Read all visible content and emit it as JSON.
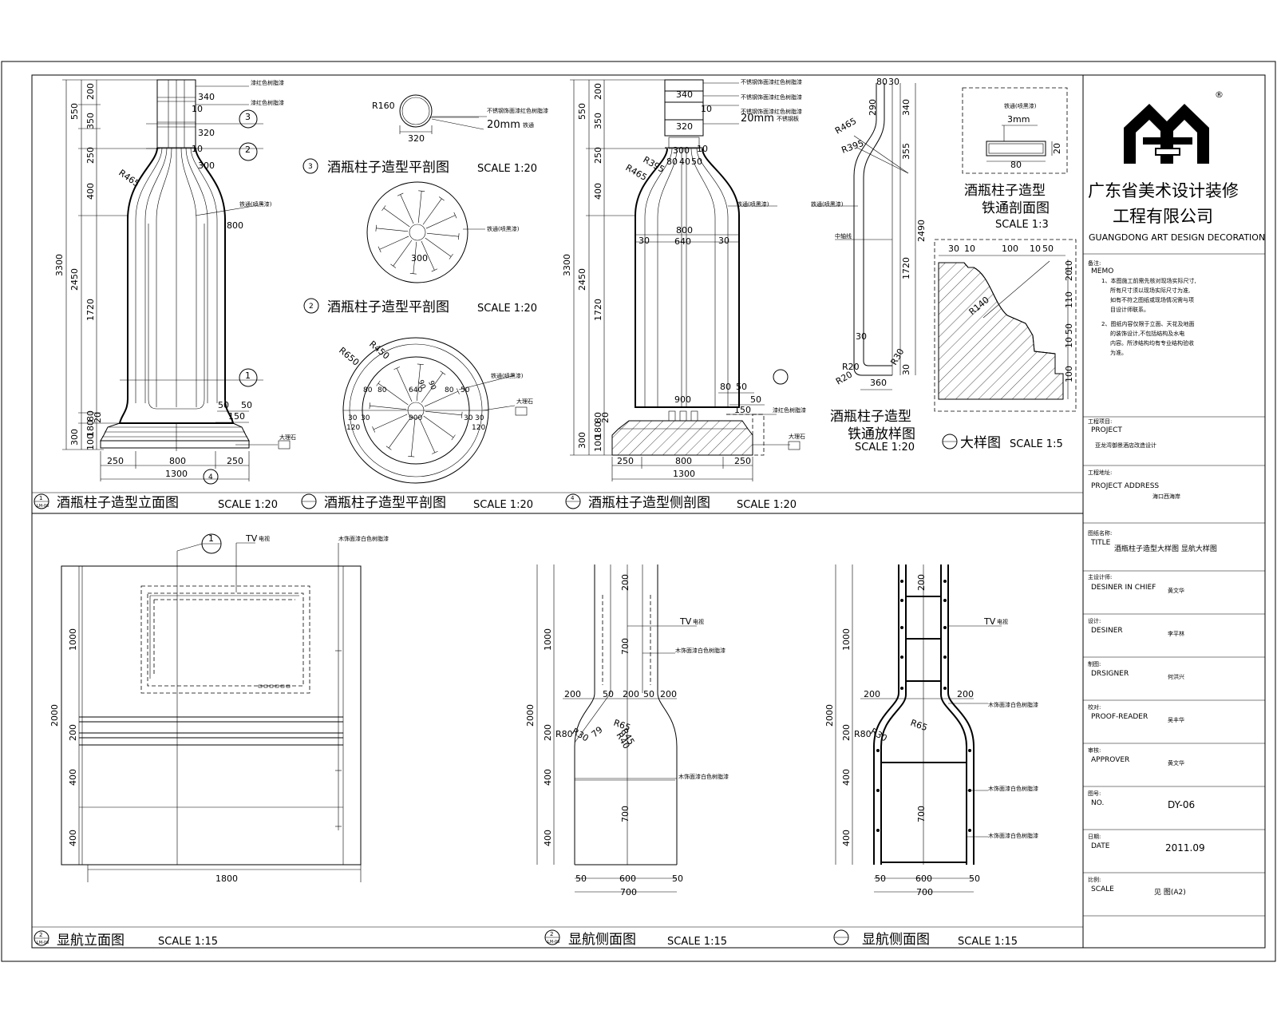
{
  "company": {
    "name_cn_1": "广东省美术设计装修",
    "name_cn_2": "工程有限公司",
    "name_en": "GUANGDONG ART DESIGN DECORATION",
    "registered_mark": "®"
  },
  "memo": {
    "label_cn": "备注:",
    "label_en": "MEMO",
    "lines": [
      "1、本图施工前需先核对现场实际尺寸,",
      "所有尺寸须以现场实际尺寸为准,",
      "如有不符之图纸或现场情况需与项",
      "目设计师联系。",
      "2、图纸内容仅限于立面、天花及地面",
      "的装饰设计,不包括结构及水电",
      "内容。所涉结构均有专业结构验收",
      "为准。"
    ]
  },
  "title_block": [
    {
      "label_cn": "工程项目:",
      "label_en": "PROJECT",
      "value": "亚龙湾御景酒店改造设计"
    },
    {
      "label_cn": "工程地址:",
      "label_en": "PROJECT ADDRESS",
      "value": "海口西海岸"
    },
    {
      "label_cn": "图纸名称:",
      "label_en": "TITLE",
      "value": "酒瓶柱子造型大样图 显航大样图"
    },
    {
      "label_cn": "主设计师:",
      "label_en": "DESINER IN CHIEF",
      "value": "黄文华"
    },
    {
      "label_cn": "设计:",
      "label_en": "DESINER",
      "value": "李平林"
    },
    {
      "label_cn": "制图:",
      "label_en": "DRSIGNER",
      "value": "何洪兴"
    },
    {
      "label_cn": "校对:",
      "label_en": "PROOF-READER",
      "value": "吴丰华"
    },
    {
      "label_cn": "审核:",
      "label_en": "APPROVER",
      "value": "黄文华"
    },
    {
      "label_cn": "图号:",
      "label_en": "NO.",
      "value": "DY-06"
    },
    {
      "label_cn": "日期:",
      "label_en": "DATE",
      "value": "2011.09"
    },
    {
      "label_cn": "比例:",
      "label_en": "SCALE",
      "value": "见 图(A2)"
    }
  ],
  "captions": {
    "top": [
      {
        "num": "1",
        "sub": "LM-06",
        "title": "酒瓶柱子造型立面图",
        "scale": "SCALE   1:20"
      },
      {
        "num": "—",
        "sub": "",
        "title": "酒瓶柱子造型平剖图",
        "scale": "SCALE   1:20"
      },
      {
        "num": "4",
        "sub": "",
        "title": "酒瓶柱子造型侧剖图",
        "scale": "SCALE   1:20"
      }
    ],
    "bottom": [
      {
        "num": "2",
        "sub": "LM-06",
        "title": "显航立面图",
        "scale": "SCALE   1:15"
      },
      {
        "num": "2",
        "sub": "LM-06",
        "title": "显航侧面图",
        "scale": "SCALE   1:15"
      },
      {
        "num": "—",
        "sub": "",
        "title": "显航侧面图",
        "scale": "SCALE   1:15"
      }
    ],
    "plan3": {
      "num": "3",
      "title": "酒瓶柱子造型平剖图",
      "scale": "SCALE   1:20"
    },
    "plan2": {
      "num": "2",
      "title": "酒瓶柱子造型平剖图",
      "scale": "SCALE   1:20"
    },
    "iron_section": {
      "title1": "酒瓶柱子造型",
      "title2": "铁通剖面图",
      "scale": "SCALE   1:3"
    },
    "iron_template": {
      "title1": "酒瓶柱子造型",
      "title2": "铁通放样图",
      "scale": "SCALE   1:20"
    },
    "detail": {
      "title": "大样图",
      "scale": "SCALE   1:5"
    }
  },
  "labels": {
    "red_paint": "漆红色树脂漆",
    "stainless_paint": "不锈钢饰面漆红色树脂漆",
    "iron_pipe": "铁通(喷黑漆)",
    "marble": "大理石",
    "twenty_mm": "20mm",
    "twenty_mm_tag": "铁通",
    "twenty_mm_tag2": "不锈钢板",
    "center_line": "中轴线",
    "tv": "TV",
    "tv_tag": "电视",
    "wood_paint": "木饰面漆白色树脂漆",
    "three_mm": "3mm",
    "iron_spray": "铁通(喷黑漆)"
  },
  "dims": {
    "elev_left": [
      "550",
      "200",
      "350",
      "250",
      "400",
      "3300",
      "2450",
      "1720",
      "300",
      "100",
      "180",
      "80",
      "20"
    ],
    "elev_top": [
      "340",
      "10",
      "320",
      "10",
      "300",
      "R465",
      "800"
    ],
    "elev_bottom": [
      "250",
      "800",
      "250",
      "1300",
      "50",
      "50",
      "150"
    ],
    "plan3": [
      "R160",
      "320"
    ],
    "plan2_inner": [
      "300"
    ],
    "plan1": [
      "R650",
      "R450",
      "80",
      "80",
      "640",
      "80",
      "50",
      "30",
      "30",
      "900",
      "30",
      "30",
      "120",
      "120",
      "90",
      "90"
    ],
    "side_top": [
      "340",
      "10",
      "320",
      "300",
      "10",
      "80",
      "40",
      "50",
      "R395",
      "R465",
      "800",
      "30",
      "640",
      "30",
      "900",
      "80",
      "50",
      "150",
      "50"
    ],
    "iron_tpl": [
      "80",
      "30",
      "290",
      "340",
      "R465",
      "R395",
      "355",
      "2490",
      "1720",
      "30",
      "R20",
      "R20",
      "R30",
      "360",
      "30"
    ],
    "iron_sec": [
      "3mm",
      "20",
      "80"
    ],
    "detail": [
      "30",
      "10",
      "100",
      "10",
      "50",
      "10",
      "20",
      "110",
      "50",
      "10",
      "100",
      "R140"
    ],
    "disp_elev": [
      "1000",
      "2000",
      "200",
      "400",
      "400",
      "1800"
    ],
    "disp_side": [
      "200",
      "700",
      "1000",
      "2000",
      "200",
      "400",
      "700",
      "400",
      "200",
      "50",
      "200",
      "50",
      "200",
      "R30",
      "R80",
      "R65",
      "R40",
      "R45",
      "79",
      "50",
      "600",
      "50",
      "700"
    ],
    "disp_side2": [
      "200",
      "1000",
      "2000",
      "200",
      "400",
      "700",
      "400",
      "200",
      "200",
      "R30",
      "R80",
      "R65",
      "50",
      "600",
      "50",
      "700"
    ]
  }
}
